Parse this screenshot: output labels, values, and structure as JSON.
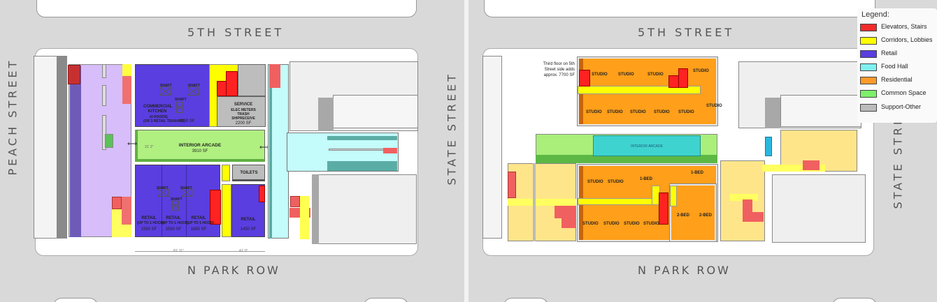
{
  "colors": {
    "elevators": "#f22b2b",
    "corridors": "#ffff00",
    "retail": "#5a3ee0",
    "food_hall": "#b8f8f4",
    "residential": "#ff9f1a",
    "common": "#a9ef7a",
    "support": "#b8b8b8"
  },
  "left_plan": {
    "streets": {
      "top": "5TH STREET",
      "bottom": "N PARK ROW",
      "left": "PEACH STREET",
      "right": "STATE STREET"
    },
    "rooms": {
      "commercial_kitchen": {
        "name": "COMMERCIAL KITCHEN",
        "note": "(4 HOODS)",
        "note2": "(OR 3 RETAIL TENANTS)",
        "area": "4000 SF"
      },
      "service": {
        "name": "SERVICE",
        "note": "ELEC METERS",
        "note2": "TRASH",
        "note3": "SHIPRECEIVE",
        "area": "2200 SF"
      },
      "interior_arcade": {
        "name": "INTERIOR ARCADE",
        "area": "3910 SF",
        "dim": "31' 2\""
      },
      "toilets": {
        "name": "TOILETS"
      },
      "retail_1": {
        "name": "RETAIL",
        "note": "(UP TO 1 HOOD)",
        "area": "1550 SF"
      },
      "retail_2": {
        "name": "RETAIL",
        "note": "(UP TO 1 HOOD)",
        "area": "1550 SF"
      },
      "retail_3": {
        "name": "RETAIL",
        "note": "(UP TO 1 HOOD)",
        "area": "1650 SF"
      },
      "retail_4": {
        "name": "RETAIL",
        "area": "1450 SF"
      }
    },
    "shaft_label": "SHAFT",
    "dimensions": {
      "dim1": "81' 11\"",
      "dim2": "41' 0\""
    }
  },
  "right_plan": {
    "streets": {
      "top": "5TH STREET",
      "bottom": "N PARK ROW",
      "right": "STATE STREET"
    },
    "note": [
      "Third floor on 5th",
      "Street side adds",
      "approx. 7700 SF"
    ],
    "interior_arcade": "INTERIOR ARCADE",
    "units": {
      "studio": "STUDIO",
      "one_bed": "1-BED",
      "two_bed": "2-BED"
    }
  },
  "legend": {
    "title": "Legend:",
    "items": [
      {
        "label": "Elevators, Stairs",
        "color": "#f22b2b"
      },
      {
        "label": "Corridors, Lobbies",
        "color": "#ffff00"
      },
      {
        "label": "Retail",
        "color": "#5a3ee0"
      },
      {
        "label": "Food Hall",
        "color": "#7ff0f0"
      },
      {
        "label": "Residential",
        "color": "#ff9a2a"
      },
      {
        "label": "Common Space",
        "color": "#7ef06a"
      },
      {
        "label": "Support-Other",
        "color": "#bcbcbc"
      }
    ]
  }
}
